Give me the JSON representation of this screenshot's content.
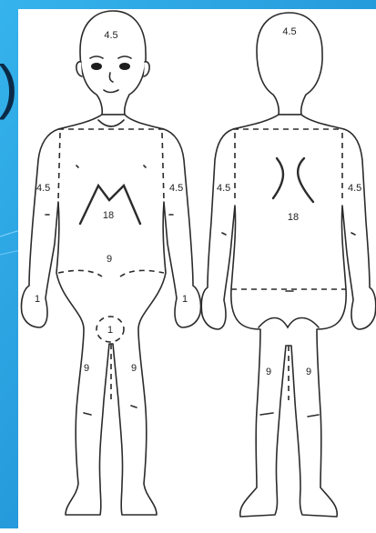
{
  "colors": {
    "slide_blue_light": "#5cc4ef",
    "slide_blue_dark": "#1a8fd6",
    "line": "#2b2b2b",
    "paper": "#ffffff"
  },
  "partial_character": ")",
  "front": {
    "head": "4.5",
    "left_arm": "4.5",
    "right_arm": "4.5",
    "trunk": "18",
    "abdomen": "9",
    "genitals": "1",
    "left_hand": "1",
    "right_hand": "1",
    "left_leg": "9",
    "right_leg": "9"
  },
  "back": {
    "head": "4.5",
    "left_arm": "4.5",
    "right_arm": "4.5",
    "trunk": "18",
    "left_leg": "9",
    "right_leg": "9"
  }
}
